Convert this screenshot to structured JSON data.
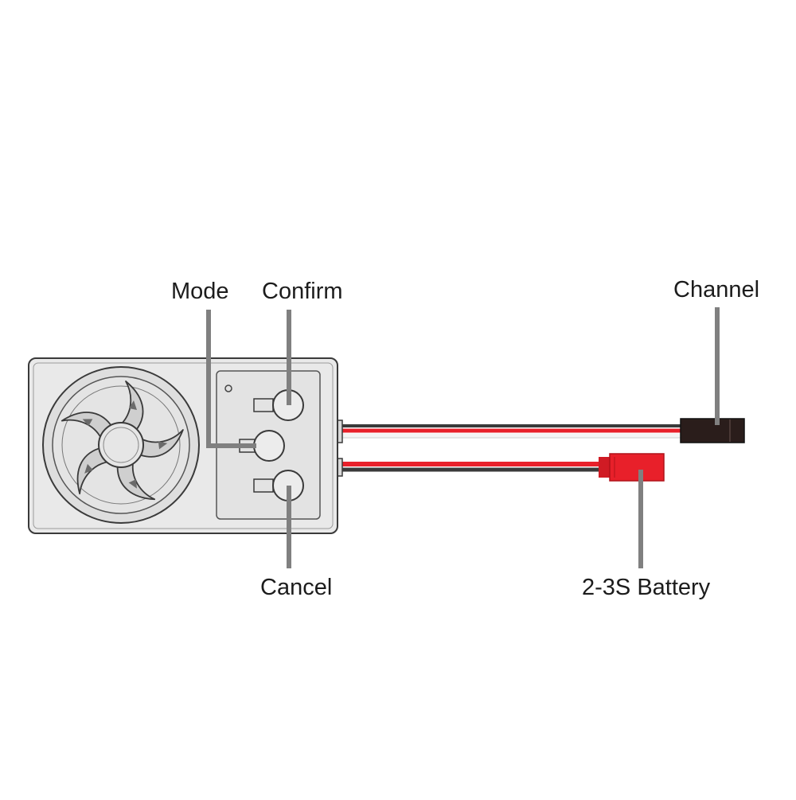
{
  "labels": {
    "mode": "Mode",
    "confirm": "Confirm",
    "channel": "Channel",
    "cancel": "Cancel",
    "battery": "2-3S Battery"
  },
  "colors": {
    "body_fill": "#e9e9e9",
    "outline": "#3a3a3a",
    "leader_line": "#808080",
    "wire_red": "#e8202a",
    "wire_black": "#3a3a3a",
    "wire_white": "#f4f4f4",
    "plug_black": "#2a1d1b",
    "plug_red": "#e8202a"
  },
  "icons": {
    "fan": "speaker-fan-icon",
    "buttons": "round-button-icon"
  }
}
